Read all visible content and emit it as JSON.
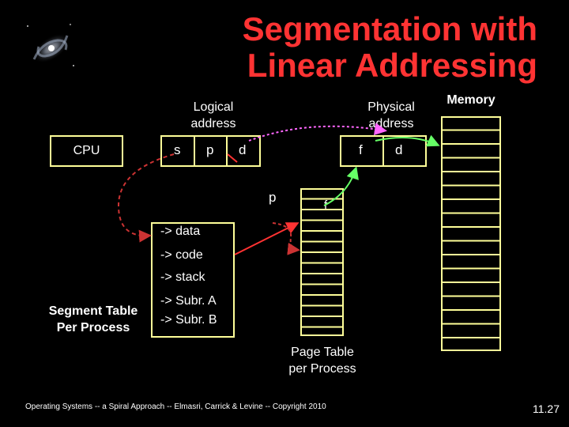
{
  "title": {
    "line1": "Segmentation with",
    "line2": "Linear Addressing"
  },
  "labels": {
    "logical_address": [
      "Logical",
      "address"
    ],
    "physical_address": [
      "Physical",
      "address"
    ],
    "memory": "Memory",
    "cpu": "CPU",
    "segment_table": [
      "Segment Table",
      "Per Process"
    ],
    "page_table": [
      "Page Table",
      "per Process"
    ]
  },
  "logical_address_fields": {
    "s": "s",
    "p": "p",
    "d": "d"
  },
  "physical_address_fields": {
    "f": "f",
    "d": "d"
  },
  "page_table_markers": {
    "p": "p",
    "f": "f"
  },
  "segment_table_entries": [
    "-> data",
    "-> code",
    "-> stack",
    "-> Subr. A",
    "-> Subr. B"
  ],
  "footer": "Operating Systems -- a Spiral Approach -- Elmasri, Carrick & Levine -- Copyright 2010",
  "page_number": "11.27",
  "colors": {
    "title": "#ff3333",
    "box_border": "#ffff99",
    "arrow_magenta": "#ff66ff",
    "arrow_green": "#66ff66",
    "arrow_red": "#ff3333",
    "arrow_dashed": "#cc3333"
  },
  "icons": {
    "galaxy": "galaxy-icon"
  }
}
